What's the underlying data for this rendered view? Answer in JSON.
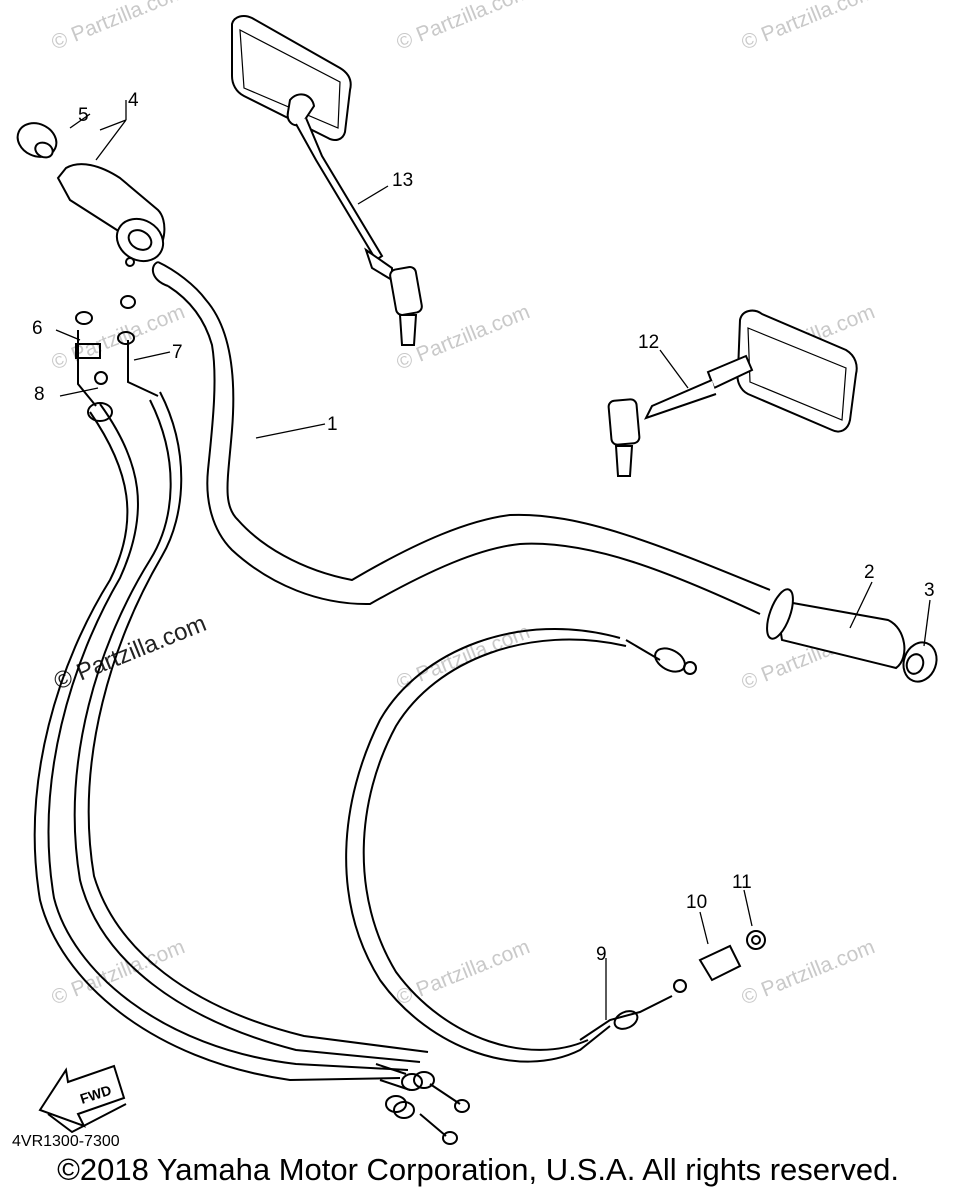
{
  "diagram": {
    "callouts": [
      "1",
      "2",
      "3",
      "4",
      "5",
      "6",
      "7",
      "8",
      "9",
      "10",
      "11",
      "12",
      "13"
    ],
    "watermark": "© Partzilla.com",
    "fwd_label": "FWD",
    "drawing_code": "4VR1300-7300"
  },
  "footer": {
    "copyright": "©2018 Yamaha Motor Corporation, U.S.A. All rights reserved."
  }
}
